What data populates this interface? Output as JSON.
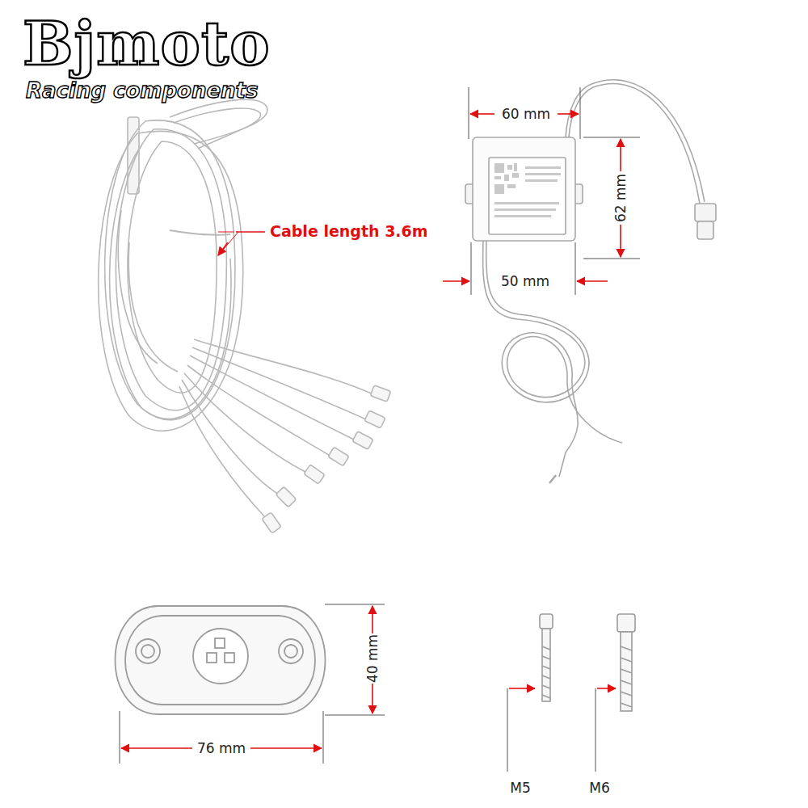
{
  "diagram": {
    "labels": [
      "Bjmoto",
      "Racing components",
      "Cable length 3.6m",
      "60 mm",
      "62 mm",
      "50 mm",
      "76 mm",
      "40 mm",
      "M5",
      "M6"
    ]
  }
}
